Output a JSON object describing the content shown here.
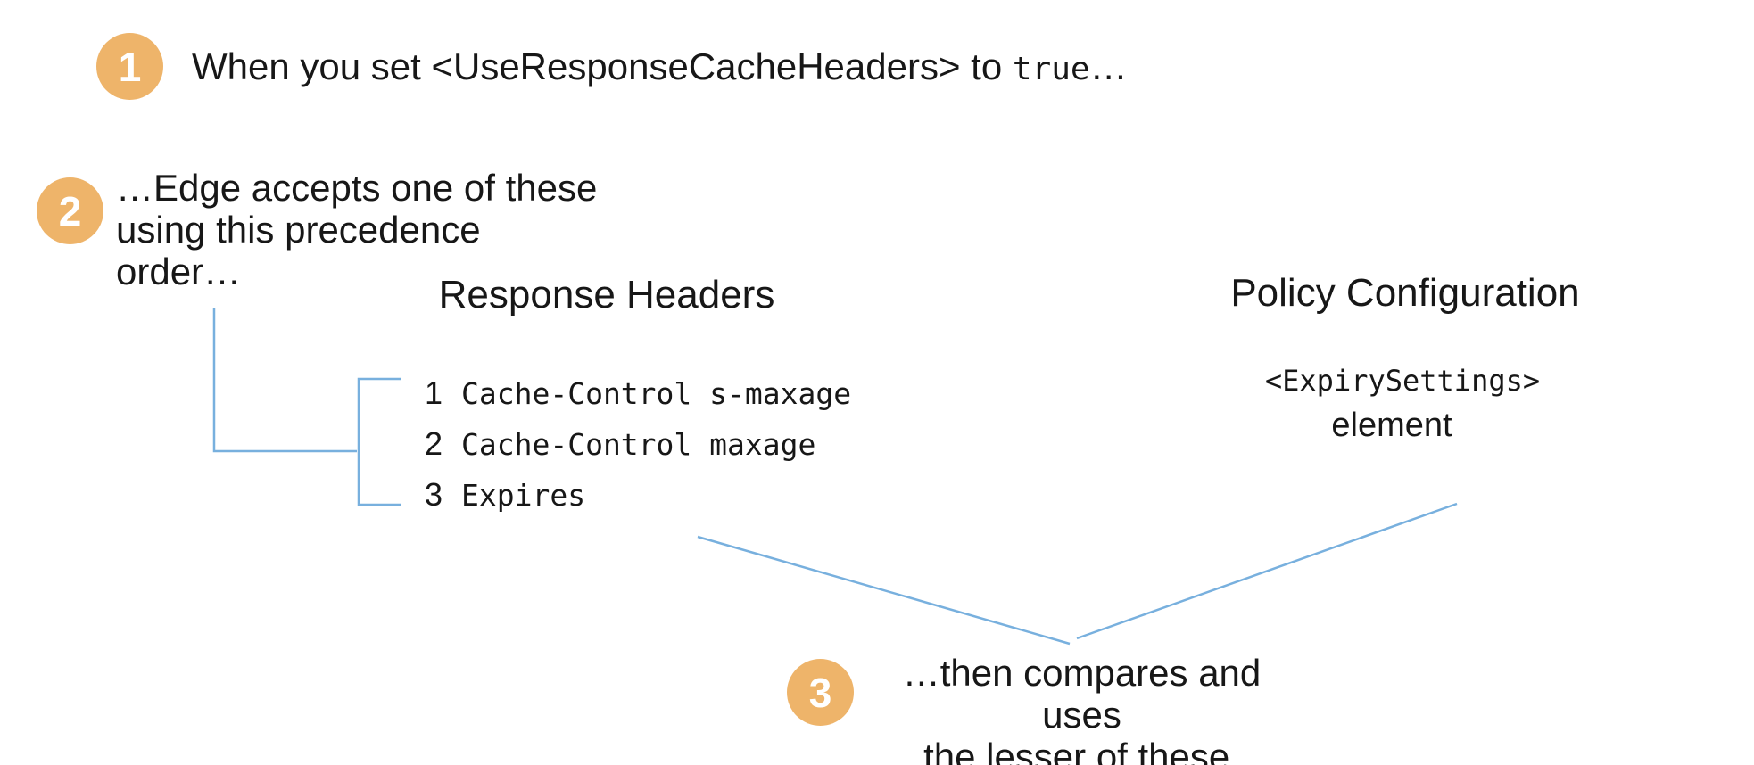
{
  "colors": {
    "badge_orange": "#eeb46a",
    "connector_blue": "#78b0de",
    "text": "#171717"
  },
  "step1": {
    "number": "1",
    "prefix": "When you set <UseResponseCacheHeaders> to ",
    "code": "true",
    "suffix": "…"
  },
  "step2": {
    "number": "2",
    "lines": [
      "…Edge accepts one of these",
      "using this precedence",
      "order…"
    ]
  },
  "step3": {
    "number": "3",
    "lines": [
      "…then compares and uses",
      "the lesser of these."
    ]
  },
  "response_headers": {
    "title": "Response Headers",
    "items": [
      {
        "rank": "1",
        "value": "Cache-Control s-maxage"
      },
      {
        "rank": "2",
        "value": "Cache-Control maxage"
      },
      {
        "rank": "3",
        "value": "Expires"
      }
    ]
  },
  "policy_configuration": {
    "title": "Policy Configuration",
    "code": "<ExpirySettings>",
    "caption": "element"
  }
}
